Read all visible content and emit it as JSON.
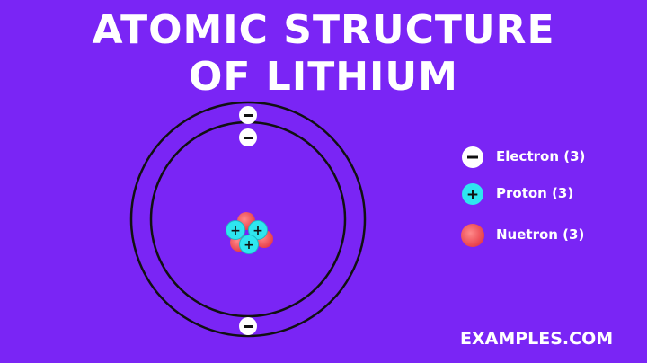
{
  "title_line1": "ATOMIC STRUCTURE",
  "title_line2": "OF LITHIUM",
  "colors": {
    "background": "#7A25F5",
    "proton": "#2EE6F0",
    "neutron": "#F0575F",
    "electron": "#FFFFFF",
    "orbit": "#111111"
  },
  "legend": [
    {
      "label": "Electron (3)",
      "icon": "electron-icon"
    },
    {
      "label": "Proton (3)",
      "icon": "proton-icon"
    },
    {
      "label": "Nuetron (3)",
      "icon": "neutron-icon"
    }
  ],
  "electron_symbol": "-",
  "proton_symbol": "+",
  "brand": "EXAMPLES.COM"
}
